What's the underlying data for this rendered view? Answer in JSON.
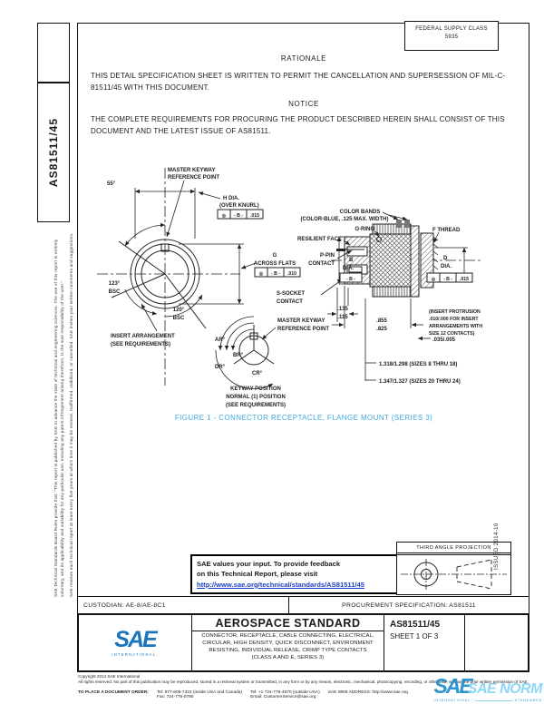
{
  "header": {
    "fsc_title": "FEDERAL SUPPLY CLASS",
    "fsc_code": "5935"
  },
  "sidebar": {
    "doc_number": "AS81511/45",
    "disclaimer_line1": "SAE Technical Standards Board Rules provide that: \"This report is published by SAE to advance the state of technical and engineering sciences. The use of this report is entirely",
    "disclaimer_line2": "voluntary, and its applicability and suitability for any particular use, including any patent infringement arising therefrom, is the sole responsibility of the user.\"",
    "disclaimer_line3": "SAE reviews each technical report at least every five years at which time it may be revised, reaffirmed, stabilized, or cancelled. SAE invites your written comments and suggestions."
  },
  "rationale": {
    "heading": "RATIONALE",
    "body": "THIS DETAIL SPECIFICATION SHEET IS WRITTEN TO PERMIT THE CANCELLATION AND SUPERSESSION OF MIL-C-81511/45 WITH THIS DOCUMENT."
  },
  "notice": {
    "heading": "NOTICE",
    "body": "THE COMPLETE REQUIREMENTS FOR PROCURING THE PRODUCT DESCRIBED HEREIN SHALL CONSIST OF THIS DOCUMENT AND THE LATEST ISSUE OF AS81511."
  },
  "drawing": {
    "mkr1": "MASTER KEYWAY",
    "mkr2": "REFERENCE POINT",
    "deg55": "55°",
    "hdia1": "H DIA.",
    "hdia2": "(OVER KNURL)",
    "fcf_h": {
      "sym": "◎",
      "datum": "- B -",
      "tol": ".015"
    },
    "g1": "G",
    "g2": "ACROSS FLATS",
    "fcf_g": {
      "sym": "◎",
      "datum": "- B -",
      "tol": ".010"
    },
    "bsc123": "123°",
    "bsc": "BSC",
    "bsc120": "120°",
    "ins1": "INSERT ARRANGEMENT",
    "ins2": "(SEE REQUIREMENTS)",
    "ar": "AR°",
    "br": "BR°",
    "dr": "DR°",
    "cr": "CR°",
    "kp1": "KEYWAY POSITION",
    "kp2": "NORMAL (1) POSITION",
    "kp3": "(SEE REQUIREMENTS)",
    "cb1": "COLOR BANDS",
    "cb2": "(COLOR-BLUE, .125 MAX. WIDTH)",
    "oring": "O-RING",
    "fthread": "F THREAD",
    "resface": "RESILIENT FACE",
    "ppin1": "P-PIN",
    "ppin2": "CONTACT",
    "b": "B",
    "dia": "DIA.",
    "d": "D",
    "b_datum": "- B -",
    "fcf_d": {
      "sym": "◎",
      "datum": "- B -",
      "tol": ".015"
    },
    "ss1": "S-SOCKET",
    "ss2": "CONTACT",
    "d135": ".135",
    "d115": ".115",
    "d855": ".855",
    "d825": ".825",
    "prot1": "(INSERT PROTRUSION",
    "prot2": ".010/.000 FOR INSERT",
    "prot3": "ARRANGEMENTS WITH",
    "prot4": "SIZE 12 CONTACTS)",
    "d035": ".035/.005",
    "len1": "1.318/1.298 (SIZES 8 THRU 18)",
    "len2": "1.347/1.327 (SIZES 20 THRU 24)"
  },
  "figure_caption": "FIGURE 1 - CONNECTOR RECEPTACLE, FLANGE MOUNT (SERIES 3)",
  "feedback": {
    "line1": "SAE values your input. To provide feedback",
    "line2": "on this Technical Report, please visit",
    "link": "http://www.sae.org/technical/standards/AS81511/45"
  },
  "projection_label": "THIRD ANGLE PROJECTION",
  "issued": "ISSUED 2014-10",
  "info_row": {
    "custodian": "CUSTODIAN: AE-8/AE-8C1",
    "procurement": "PROCUREMENT SPECIFICATION: AS81511"
  },
  "title_block": {
    "logo_text": "SAE",
    "logo_sub": "INTERNATIONAL.",
    "standard_type": "AEROSPACE STANDARD",
    "desc_line1": "CONNECTOR, RECEPTACLE, CABLE CONNECTING, ELECTRICAL,",
    "desc_line2": "CIRCULAR, HIGH DENSITY, QUICK DISCONNECT, ENVIRONMENT",
    "desc_line3": "RESISTING, INDIVIDUAL RELEASE, CRIMP TYPE CONTACTS",
    "desc_line4": "(CLASS A AND E, SERIES 3)",
    "doc_number": "AS81511/45",
    "sheet": "SHEET 1 OF 3"
  },
  "footer": {
    "copyright": "Copyright 2014 SAE International",
    "rights": "All rights reserved. No part of this publication may be reproduced, stored in a retrieval system or transmitted, in any form or by any means, electronic, mechanical, photocopying, recording, or otherwise, without the prior written permission of SAE.",
    "order_label": "TO PLACE A DOCUMENT ORDER:",
    "tel_inside": "Tel: 877-606-7323 (inside USA and Canada)",
    "fax": "Fax: 724-776-0790",
    "tel_outside": "Tel: +1 724-776-4970 (outside USA)",
    "email": "Email: CustomerService@sae.org",
    "web": "SAE WEB ADDRESS: http://www.sae.org"
  },
  "watermark": {
    "logo": "SAE",
    "name": "SAE NORM",
    "sub": "INTERNATIONAL.",
    "sub2": "STANDARDS"
  },
  "colors": {
    "figure_caption": "#3FA9DC",
    "link": "#1A3FC4",
    "sae_blue": "#1B75BB",
    "watermark_blue": "#85D4F6"
  }
}
